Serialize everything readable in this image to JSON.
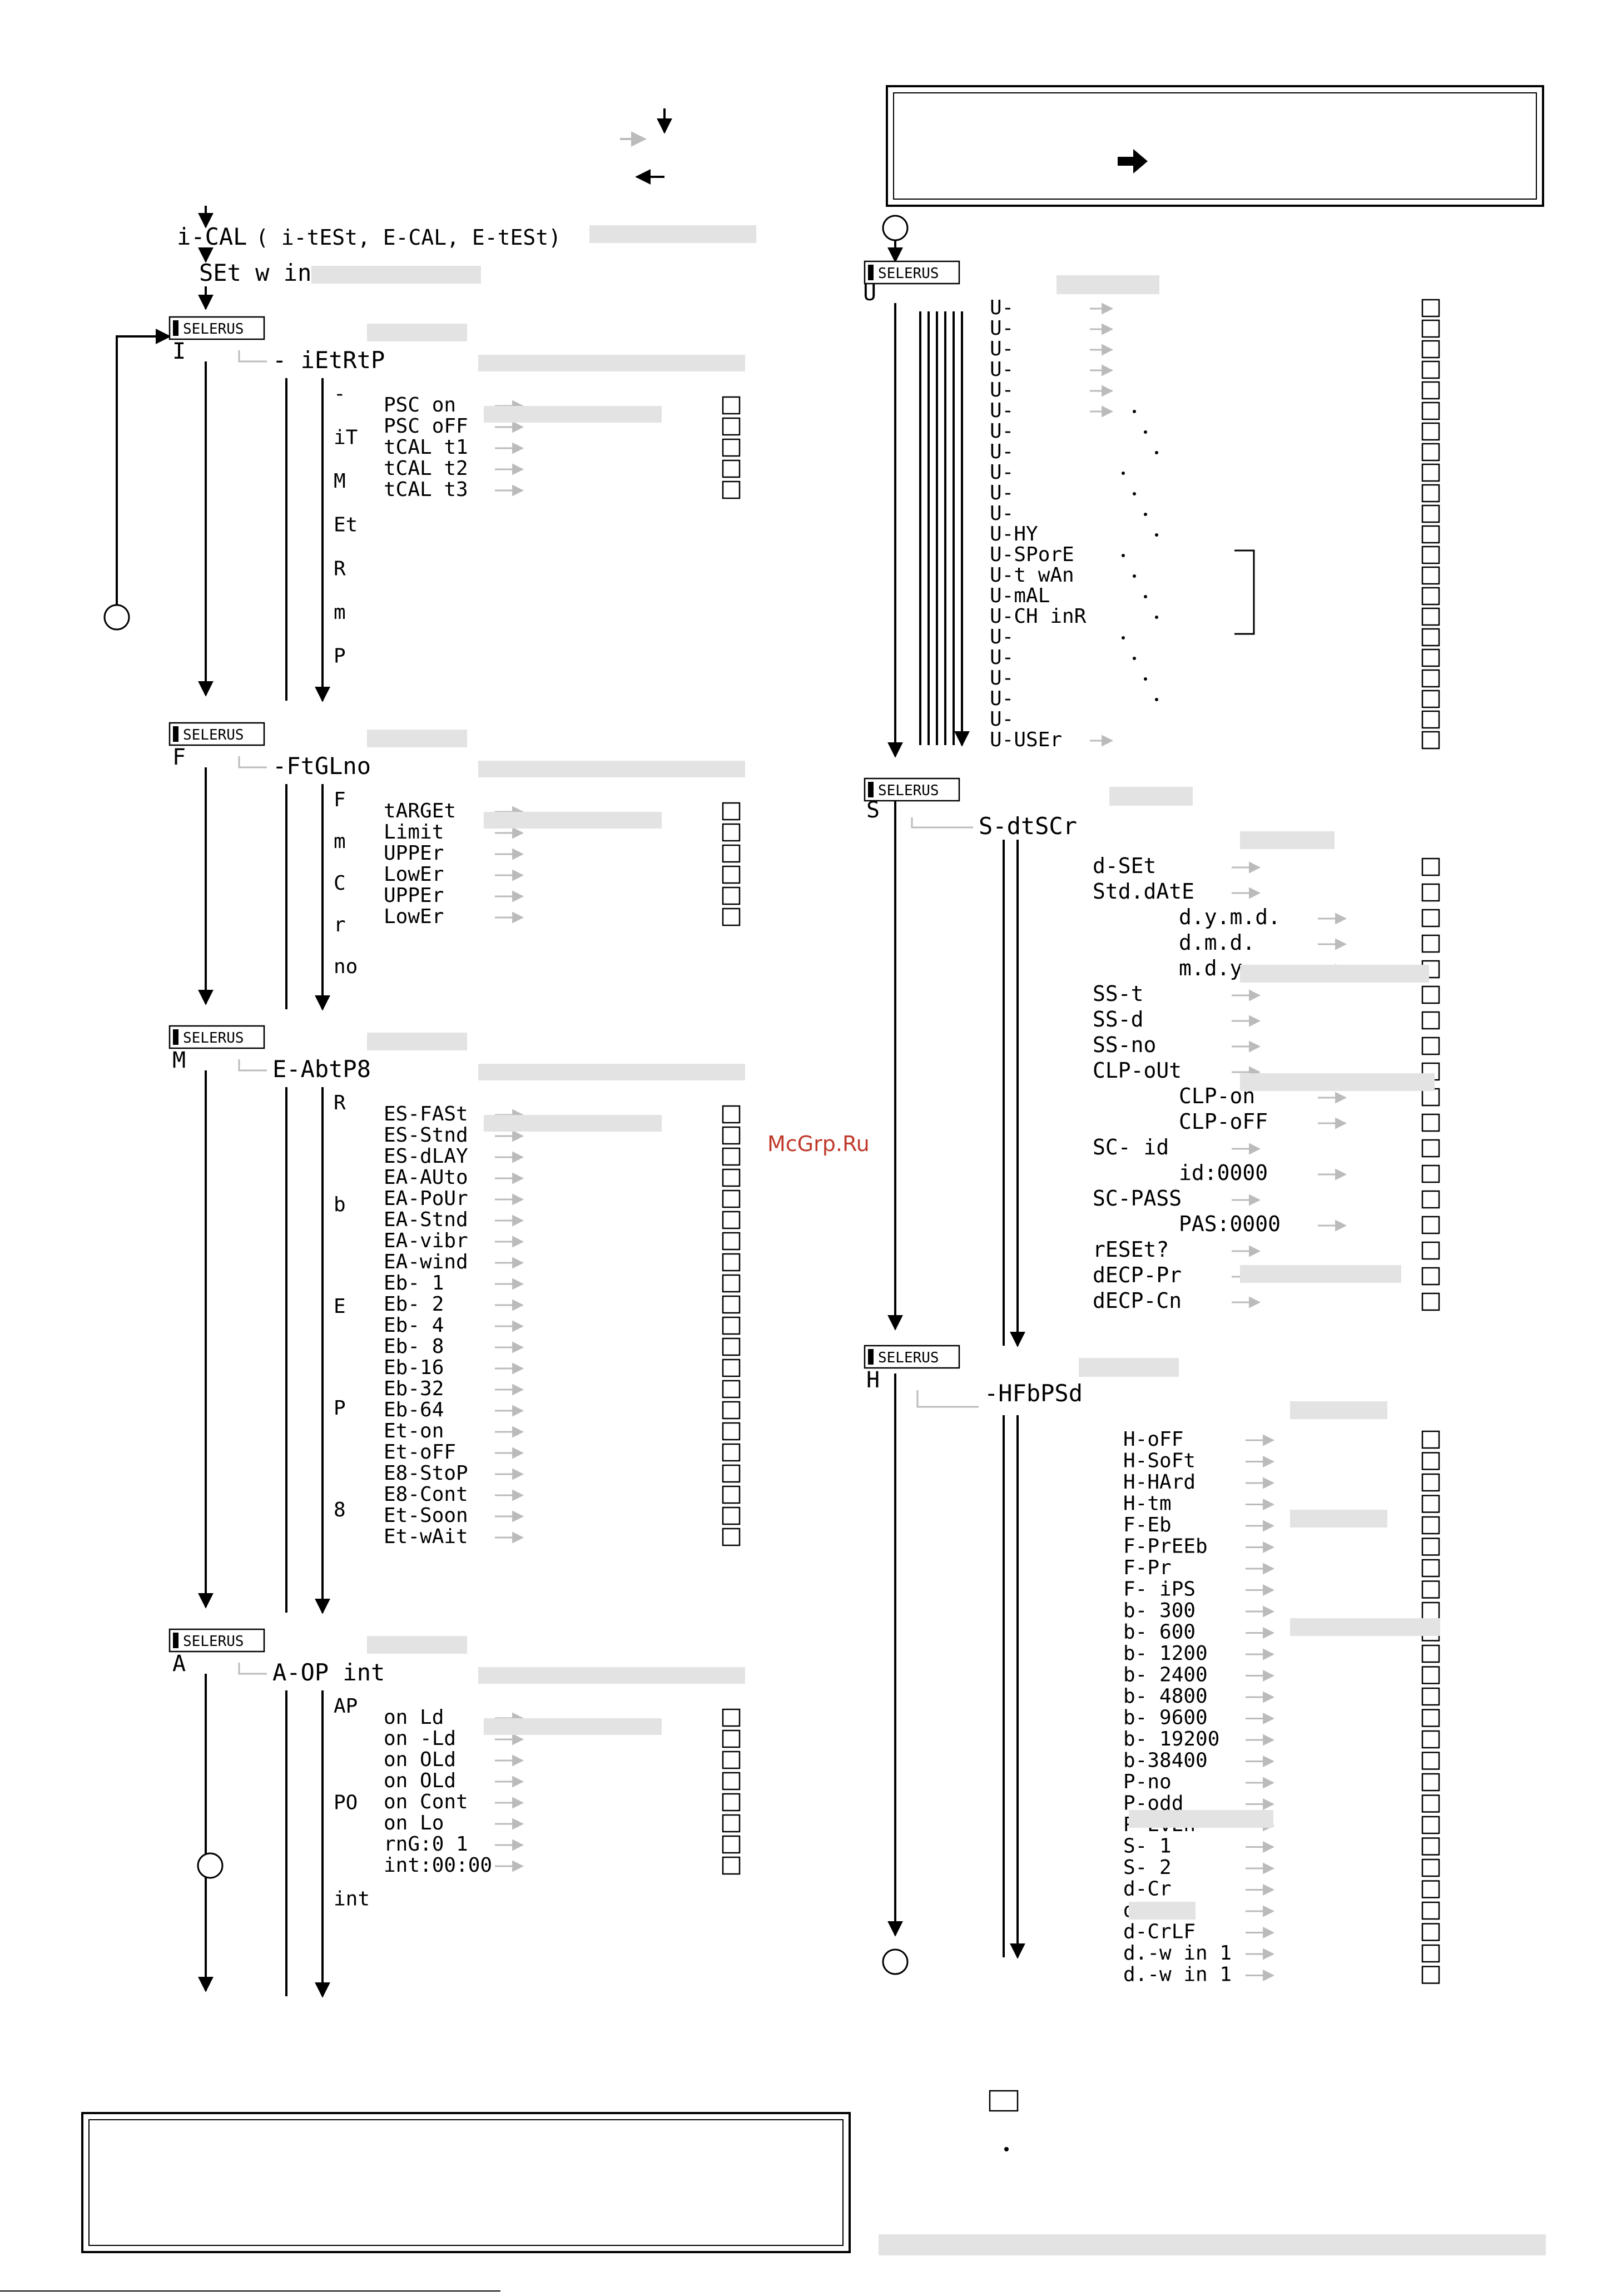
{
  "watermark": "McGrp.Ru",
  "badge_label": "SELERUS",
  "col1": {
    "head1": "i-CAL",
    "head1_sub": "( i-tESt, E-CAL, E-tESt)",
    "head2": "SEt w in",
    "menus": [
      {
        "letter": "I",
        "root": "- iEtRtP",
        "side": [
          "-",
          "iT",
          "M",
          "Et",
          "R",
          "m",
          "P"
        ],
        "items": [
          "PSC on",
          "PSC oFF",
          "tCAL t1",
          "tCAL t2",
          "tCAL t3"
        ]
      },
      {
        "letter": "F",
        "root": "-FtGLno",
        "side": [
          "F",
          "m",
          "C",
          "r",
          "no"
        ],
        "items": [
          "tARGEt",
          "Limit",
          "UPPEr",
          "LowEr",
          "UPPEr",
          "LowEr"
        ]
      },
      {
        "letter": "M",
        "root": "E-AbtP8",
        "side": [
          "R",
          "b",
          "E",
          "P",
          "8"
        ],
        "items": [
          "ES-FASt",
          "ES-Stnd",
          "ES-dLAY",
          "EA-AUto",
          "EA-PoUr",
          "EA-Stnd",
          "EA-vibr",
          "EA-wind",
          "Eb- 1",
          "Eb- 2",
          "Eb- 4",
          "Eb- 8",
          "Eb-16",
          "Eb-32",
          "Eb-64",
          "Et-on",
          "Et-oFF",
          "E8-StoP",
          "E8-Cont",
          "Et-Soon",
          "Et-wAit"
        ]
      },
      {
        "letter": "A",
        "root": "A-OP int",
        "side": [
          "AP",
          "PO",
          "int"
        ],
        "items": [
          "on Ld",
          "on -Ld",
          "on OLd",
          "on OLd",
          "on Cont",
          "on Lo",
          "rnG:0 1",
          "int:00:00"
        ]
      }
    ]
  },
  "col2": {
    "menus": [
      {
        "letter": "U",
        "items": [
          "U-",
          "U-",
          "U-",
          "U-",
          "U-",
          "U-",
          "U-",
          "U-",
          "U-",
          "U-",
          "U-",
          "U-HY",
          "U-SPorE",
          "U-t wAn",
          "U-mAL",
          "U-CH inR",
          "U-",
          "U-",
          "U-",
          "U-",
          "U-",
          "U-USEr"
        ]
      },
      {
        "letter": "S",
        "root": "S-dtSCr",
        "items": [
          "d-SEt",
          "Std.dAtE",
          "d.y.m.d.",
          "d.m.d.",
          "m.d.y.",
          "SS-t",
          "SS-d",
          "SS-no",
          "CLP-oUt",
          "CLP-on",
          "CLP-oFF",
          "SC- id",
          "id:0000",
          "SC-PASS",
          "PAS:0000",
          "rESEt?",
          "dECP-Pr",
          "dECP-Cn"
        ]
      },
      {
        "letter": "H",
        "root": "-HFbPSd",
        "items": [
          "H-oFF",
          "H-SoFt",
          "H-HArd",
          "H-tm",
          "F-Eb",
          "F-PrEEb",
          "F-Pr",
          "F- iPS",
          "b- 300",
          "b- 600",
          "b- 1200",
          "b- 2400",
          "b- 4800",
          "b- 9600",
          "b- 19200",
          "b-38400",
          "P-no",
          "P-odd",
          "P-EvEn",
          "S- 1",
          "S- 2",
          "d-Cr",
          "d-LF",
          "d-CrLF",
          "d.-w in 1",
          "d.-w in 1"
        ]
      }
    ]
  }
}
